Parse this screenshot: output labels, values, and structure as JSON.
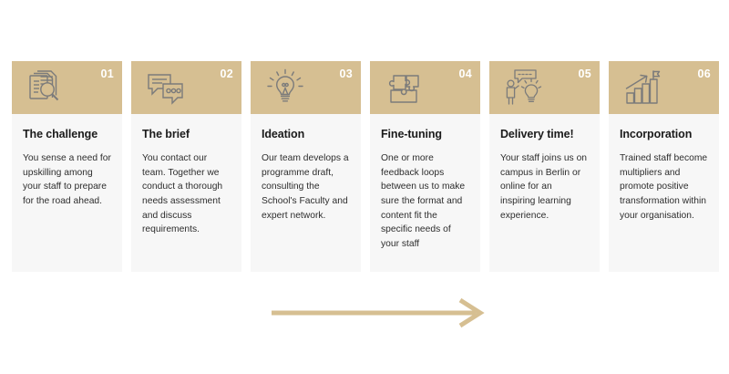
{
  "theme": {
    "accent": "#d6bf92",
    "card_bg": "#f7f7f7",
    "page_bg": "#ffffff",
    "title_color": "#1b1b1b",
    "body_text_color": "#2d2d2d",
    "number_color": "#ffffff",
    "icon_stroke": "#7b7b7b"
  },
  "process": {
    "steps": [
      {
        "number": "01",
        "icon": "documents-magnifier-icon",
        "title": "The challenge",
        "text": "You sense a need for upskilling among your staff to prepare for the road ahead."
      },
      {
        "number": "02",
        "icon": "speech-bubbles-icon",
        "title": "The brief",
        "text": "You contact our team. Together we conduct a thorough needs assessment and discuss requirements."
      },
      {
        "number": "03",
        "icon": "lightbulb-idea-icon",
        "title": "Ideation",
        "text": "Our team develops a programme draft, consulting the School's Faculty and expert network."
      },
      {
        "number": "04",
        "icon": "puzzle-pieces-icon",
        "title": "Fine-tuning",
        "text": "One or more feedback loops between us to make sure the format and content fit the specific needs of your staff"
      },
      {
        "number": "05",
        "icon": "person-presenting-idea-icon",
        "title": "Delivery time!",
        "text": "Your staff joins us on campus in Berlin or online for an inspiring learning experience."
      },
      {
        "number": "06",
        "icon": "growth-chart-flag-icon",
        "title": "Incorporation",
        "text": "Trained staff become multipliers and promote positive transformation within your organisation."
      }
    ]
  },
  "flow_arrow": {
    "icon": "right-arrow-icon",
    "color": "#d6bf92",
    "direction": "right"
  }
}
